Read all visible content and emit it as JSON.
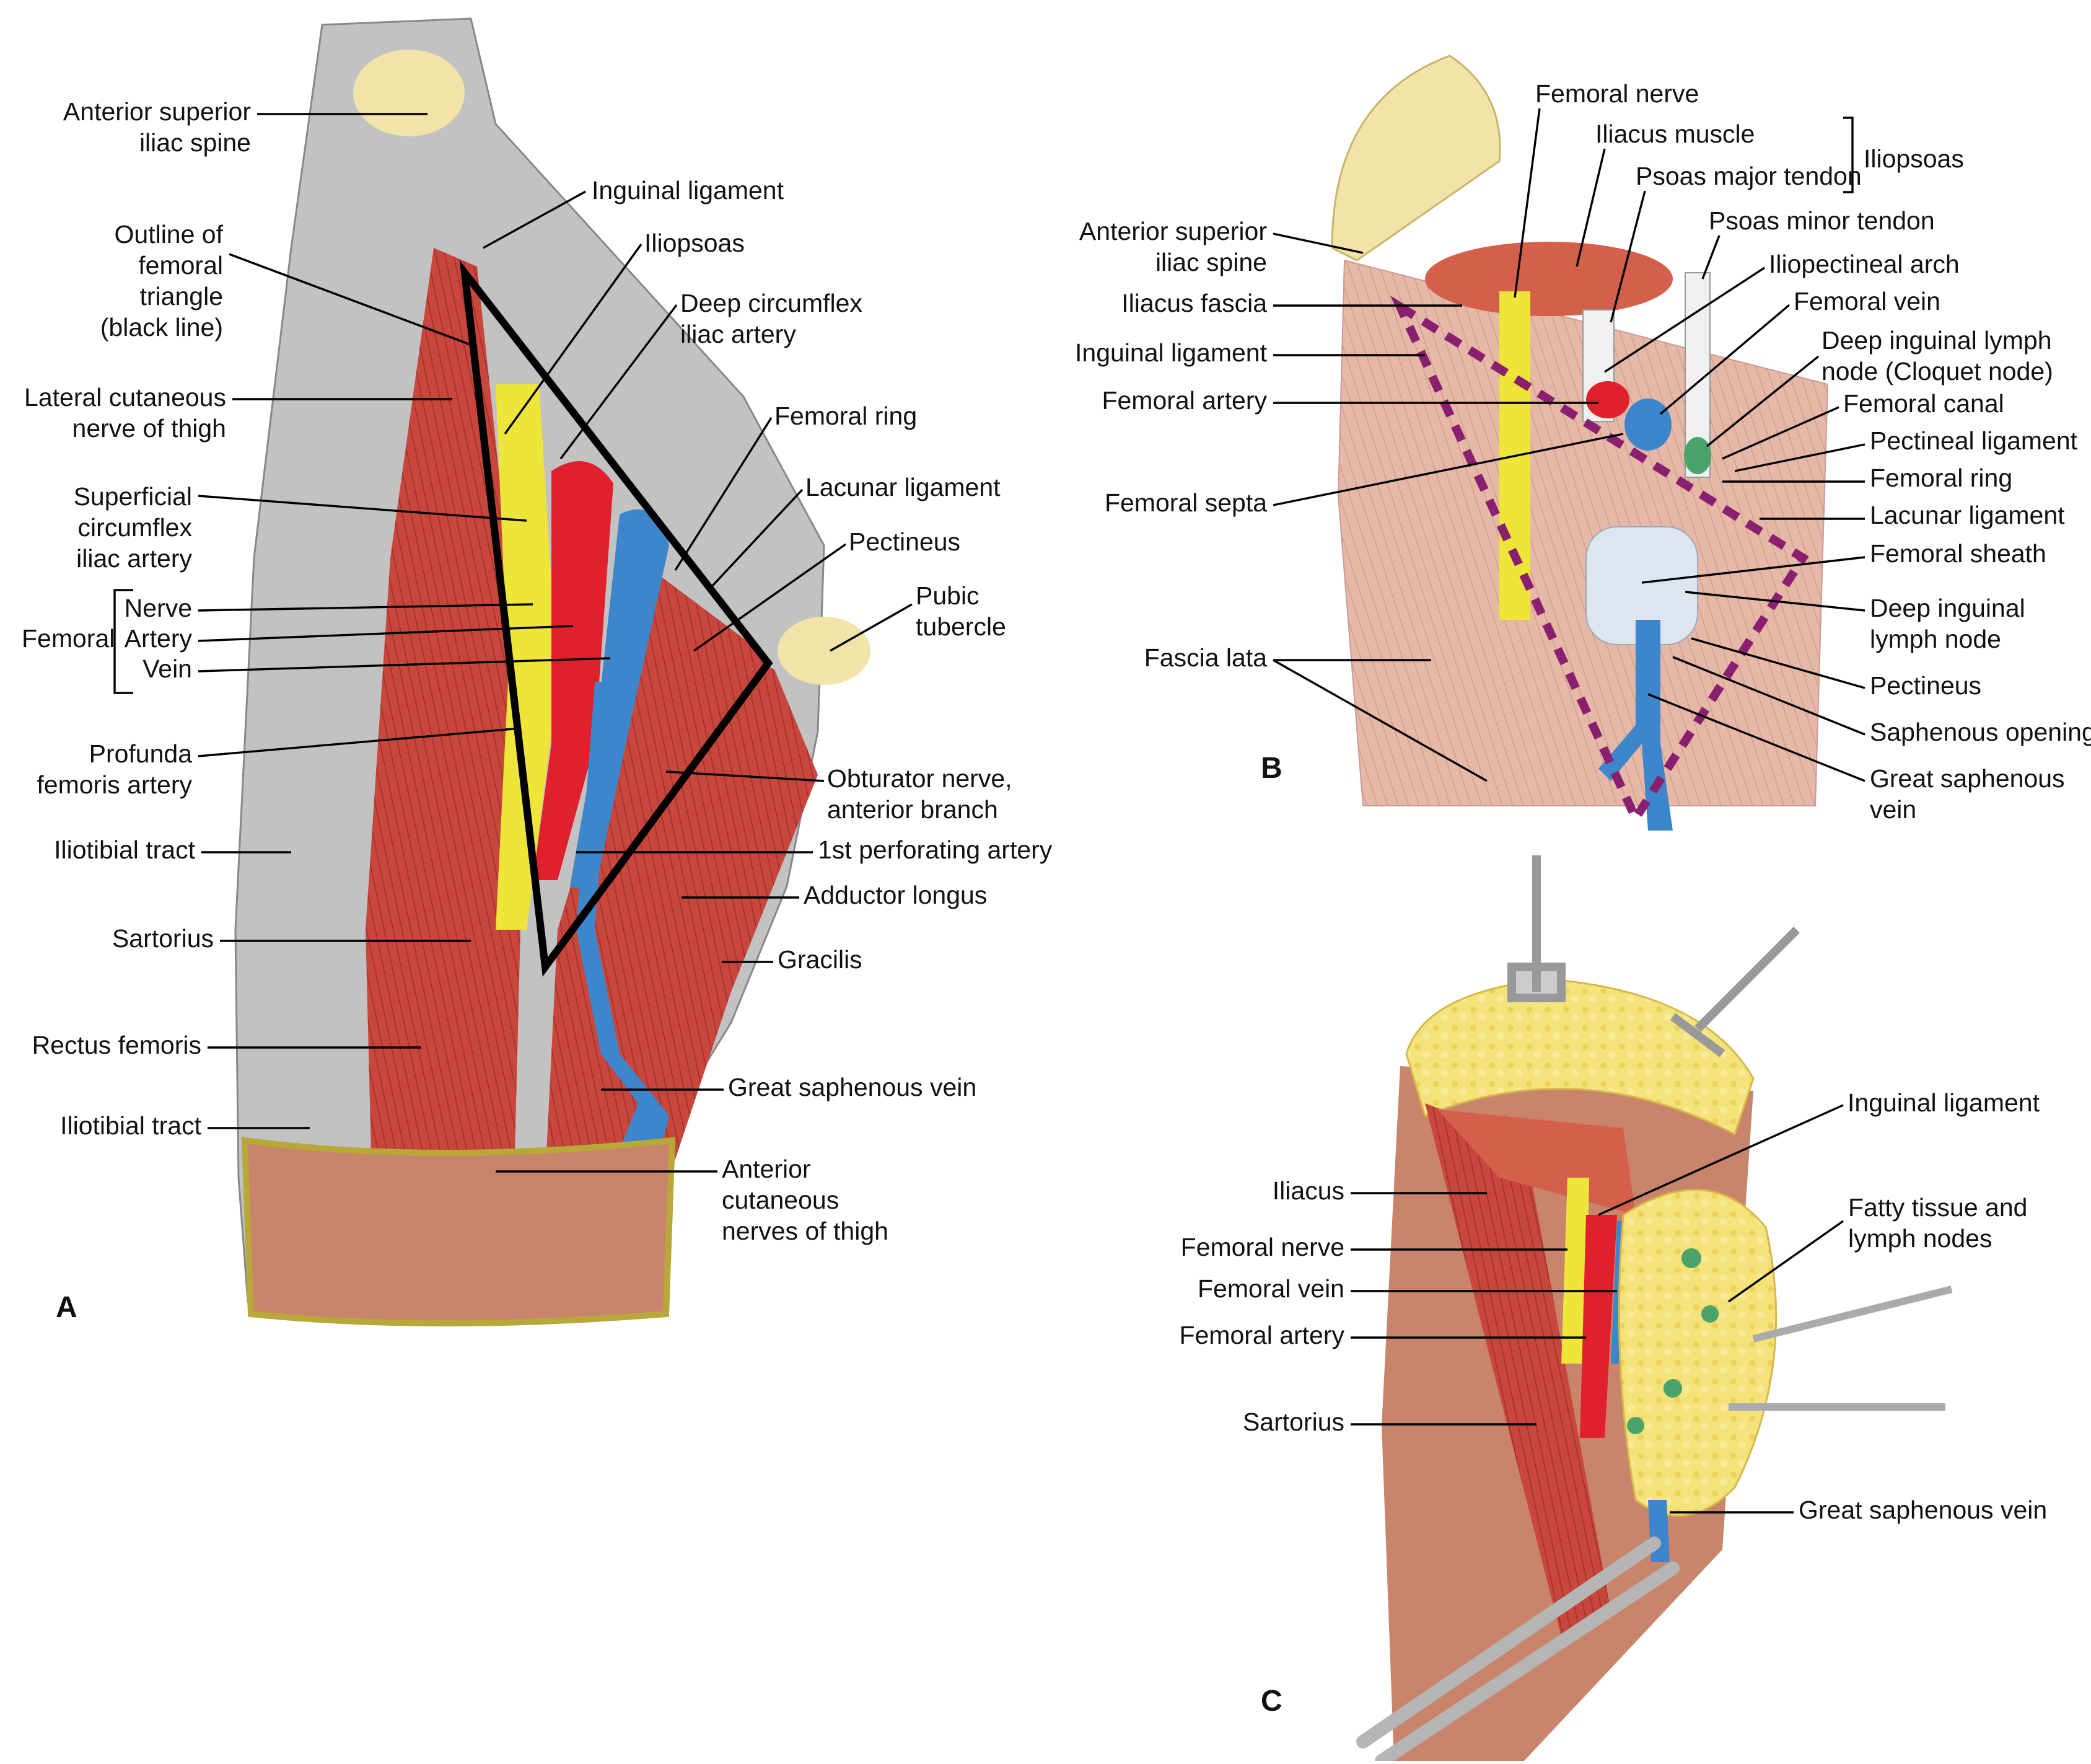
{
  "panel_a": {
    "letter": "A",
    "labels": {
      "asis": [
        "Anterior superior",
        "iliac spine"
      ],
      "inguinal": "Inguinal ligament",
      "outline": [
        "Outline of",
        "femoral",
        "triangle",
        "(black line)"
      ],
      "iliopsoas": "Iliopsoas",
      "dcia": [
        "Deep circumflex",
        "iliac artery"
      ],
      "lcn": [
        "Lateral cutaneous",
        "nerve of thigh"
      ],
      "femoral_ring": "Femoral ring",
      "scia": [
        "Superficial",
        "circumflex",
        "iliac artery"
      ],
      "lacunar": "Lacunar ligament",
      "pectineus": "Pectineus",
      "pubic": [
        "Pubic",
        "tubercle"
      ],
      "femoral_group": "Femoral",
      "nerve": "Nerve",
      "artery": "Artery",
      "vein": "Vein",
      "profunda": [
        "Profunda",
        "femoris artery"
      ],
      "obturator": [
        "Obturator nerve,",
        "anterior branch"
      ],
      "itt_upper": "Iliotibial tract",
      "perforating": "1st perforating artery",
      "adductor": "Adductor longus",
      "sartorius": "Sartorius",
      "gracilis": "Gracilis",
      "rectus": "Rectus femoris",
      "gsv": "Great saphenous vein",
      "itt_lower": "Iliotibial tract",
      "acn": [
        "Anterior",
        "cutaneous",
        "nerves of thigh"
      ]
    }
  },
  "panel_b": {
    "letter": "B",
    "labels": {
      "femoral_nerve": "Femoral nerve",
      "iliacus_muscle": "Iliacus muscle",
      "iliopsoas": "Iliopsoas",
      "psoas_major": "Psoas major tendon",
      "psoas_minor": "Psoas minor tendon",
      "asis": [
        "Anterior superior",
        "iliac spine"
      ],
      "iliopectineal": "Iliopectineal arch",
      "iliacus_fascia": "Iliacus fascia",
      "femoral_vein": "Femoral vein",
      "cloquet": [
        "Deep inguinal lymph",
        "node (Cloquet node)"
      ],
      "inguinal": "Inguinal ligament",
      "femoral_artery": "Femoral artery",
      "femoral_canal": "Femoral canal",
      "pectineal": "Pectineal ligament",
      "femoral_ring": "Femoral ring",
      "femoral_septa": "Femoral septa",
      "lacunar": "Lacunar ligament",
      "femoral_sheath": "Femoral sheath",
      "deep_node": [
        "Deep inguinal",
        "lymph node"
      ],
      "fascia_lata": "Fascia lata",
      "pectineus": "Pectineus",
      "saphenous_opening": "Saphenous opening",
      "gsv": [
        "Great saphenous",
        "vein"
      ]
    }
  },
  "panel_c": {
    "letter": "C",
    "labels": {
      "inguinal": "Inguinal ligament",
      "iliacus": "Iliacus",
      "fatty": [
        "Fatty tissue and",
        "lymph nodes"
      ],
      "femoral_nerve": "Femoral nerve",
      "femoral_vein": "Femoral vein",
      "femoral_artery": "Femoral artery",
      "sartorius": "Sartorius",
      "gsv": "Great saphenous vein"
    }
  },
  "colors": {
    "muscle": "#c8463c",
    "artery": "#e0202c",
    "vein": "#3d86cc",
    "nerve": "#eee53a",
    "fascia": "#b9b9b9",
    "fat": "#f4e27a",
    "bone": "#f2e4a8",
    "lymph_node": "#4aa36a",
    "outline": "#000000",
    "dashed_outline": "#8a1f6f"
  }
}
